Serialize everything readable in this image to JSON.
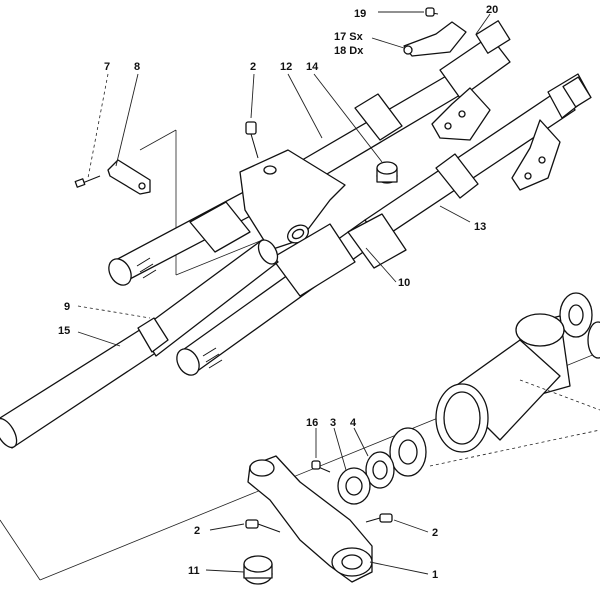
{
  "callouts": [
    {
      "id": "c19",
      "label": "19"
    },
    {
      "id": "c20",
      "label": "20"
    },
    {
      "id": "c17",
      "label": "17 Sx"
    },
    {
      "id": "c18",
      "label": "18 Dx"
    },
    {
      "id": "c7",
      "label": "7"
    },
    {
      "id": "c8",
      "label": "8"
    },
    {
      "id": "c2a",
      "label": "2"
    },
    {
      "id": "c12",
      "label": "12"
    },
    {
      "id": "c14",
      "label": "14"
    },
    {
      "id": "c13",
      "label": "13"
    },
    {
      "id": "c10",
      "label": "10"
    },
    {
      "id": "c9",
      "label": "9"
    },
    {
      "id": "c15",
      "label": "15"
    },
    {
      "id": "c16",
      "label": "16"
    },
    {
      "id": "c3",
      "label": "3"
    },
    {
      "id": "c4",
      "label": "4"
    },
    {
      "id": "c2b",
      "label": "2"
    },
    {
      "id": "c2c",
      "label": "2"
    },
    {
      "id": "c11",
      "label": "11"
    },
    {
      "id": "c1",
      "label": "1"
    }
  ]
}
